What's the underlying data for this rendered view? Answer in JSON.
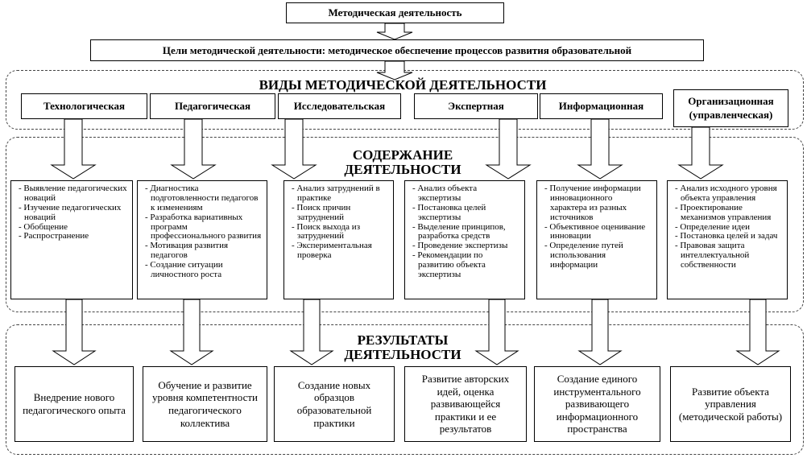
{
  "title": "Методическая деятельность",
  "goal": "Цели методической деятельности: методическое обеспечение процессов развития образовательной",
  "types_heading": "ВИДЫ МЕТОДИЧЕСКОЙ ДЕЯТЕЛЬНОСТИ",
  "content_heading_line1": "СОДЕРЖАНИЕ",
  "content_heading_line2": "ДЕЯТЕЛЬНОСТИ",
  "results_heading_line1": "РЕЗУЛЬТАТЫ",
  "results_heading_line2": "ДЕЯТЕЛЬНОСТИ",
  "types": [
    "Технологическая",
    "Педагогическая",
    "Исследовательская",
    "Экспертная",
    "Информационная",
    "Организационная (управленческая)"
  ],
  "contents": [
    [
      "Выявление педагогических новаций",
      "Изучение педагогических новаций",
      "Обобщение",
      "Распространение"
    ],
    [
      "Диагностика подготовленности педагогов к изменениям",
      "Разработка вариативных программ профессионального развития",
      "Мотивация развития педагогов",
      "Создание ситуации личностного роста"
    ],
    [
      "Анализ затруднений в практике",
      "Поиск причин затруднений",
      "Поиск выхода из затруднений",
      "Экспериментальная проверка"
    ],
    [
      "Анализ объекта экспертизы",
      "Постановка целей экспертизы",
      "Выделение принципов, разработка средств",
      "Проведение экспертизы",
      "Рекомендации по развитию объекта экспертизы"
    ],
    [
      "Получение информации инновационного характера из разных источников",
      "Объективное оценивание инновации",
      "Определение путей использования информации"
    ],
    [
      "Анализ исходного уровня объекта управления",
      "Проектирование механизмов управления",
      "Определение идеи",
      "Постановка целей и задач",
      "Правовая защита интеллектуальной собственности"
    ]
  ],
  "results": [
    "Внедрение нового педагогического опыта",
    "Обучение и развитие уровня компетентности педагогического коллектива",
    "Создание новых образцов образовательной практики",
    "Развитие авторских идей, оценка развивающейся практики и ее результатов",
    "Создание единого инструментального развивающего информационного пространства",
    "Развитие объекта управления (методической работы)"
  ]
}
